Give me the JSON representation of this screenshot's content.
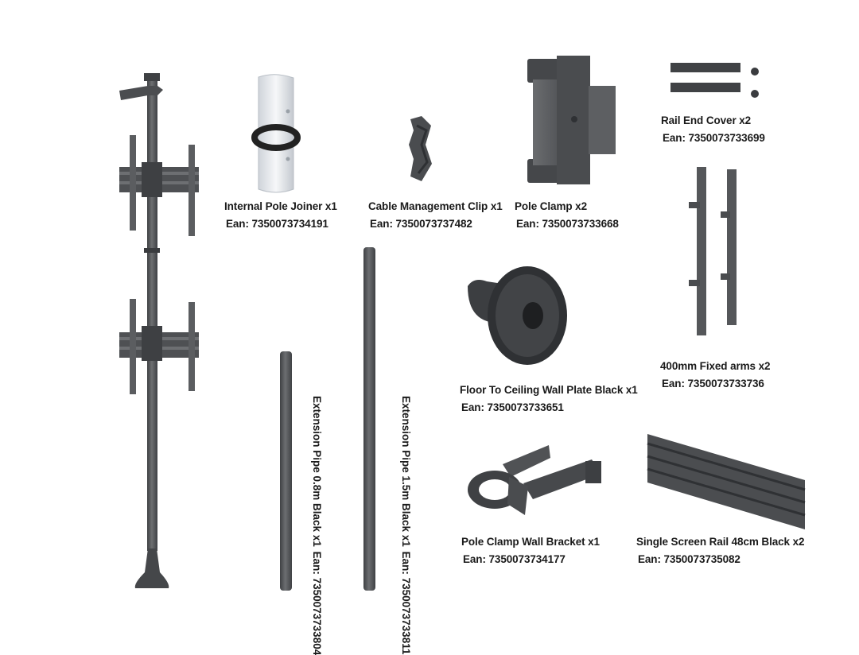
{
  "parts": [
    {
      "id": "internal-pole-joiner",
      "name": "Internal Pole Joiner x1",
      "ean": "Ean: 7350073734191"
    },
    {
      "id": "cable-management-clip",
      "name": "Cable Management Clip x1",
      "ean": "Ean: 7350073737482"
    },
    {
      "id": "pole-clamp",
      "name": "Pole Clamp x2",
      "ean": "Ean: 7350073733668"
    },
    {
      "id": "rail-end-cover",
      "name": "Rail End Cover x2",
      "ean": "Ean: 7350073733699"
    },
    {
      "id": "fixed-arms",
      "name": "400mm Fixed arms x2",
      "ean": "Ean: 7350073733736"
    },
    {
      "id": "floor-ceiling-wall-plate",
      "name": "Floor To Ceiling Wall Plate Black x1",
      "ean": "Ean: 7350073733651"
    },
    {
      "id": "extension-pipe-08",
      "name": "Extension Pipe 0.8m Black x1",
      "ean": "Ean: 7350073733804"
    },
    {
      "id": "extension-pipe-15",
      "name": "Extension Pipe 1.5m Black x1",
      "ean": "Ean: 7350073733811"
    },
    {
      "id": "pole-clamp-wall-bracket",
      "name": "Pole Clamp Wall Bracket x1",
      "ean": "Ean: 7350073734177"
    },
    {
      "id": "single-screen-rail",
      "name": "Single Screen Rail 48cm Black x2",
      "ean": "Ean: 7350073735082"
    }
  ],
  "colors": {
    "metal": "#5a5c5f",
    "metal_dark": "#3e4043",
    "metal_light": "#7c7e81",
    "joiner": "#e9ecef",
    "band": "#222222",
    "text": "#1a1a1a"
  }
}
